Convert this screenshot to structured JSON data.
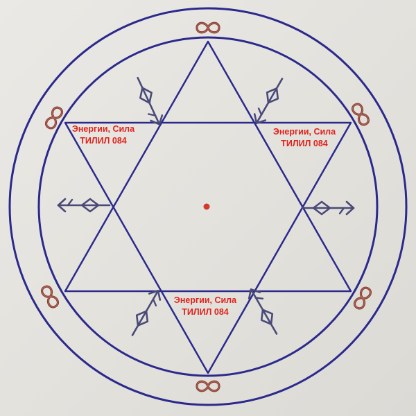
{
  "labels": [
    {
      "line1": "Энергии, Сила",
      "line2": "ТИЛИЛ 084"
    },
    {
      "line1": "Энергии, Сила",
      "line2": "ТИЛИЛ 084"
    },
    {
      "line1": "Энергии, Сила",
      "line2": "ТИЛИЛ 084"
    }
  ],
  "colors": {
    "ink": "#2b2a8c",
    "text": "#e0231c",
    "infinity": "#8b3f36",
    "rune": "#4a4a78",
    "center_dot": "#d33a2c"
  },
  "symbols": {
    "infinity_count": 6,
    "rune_count": 6
  }
}
